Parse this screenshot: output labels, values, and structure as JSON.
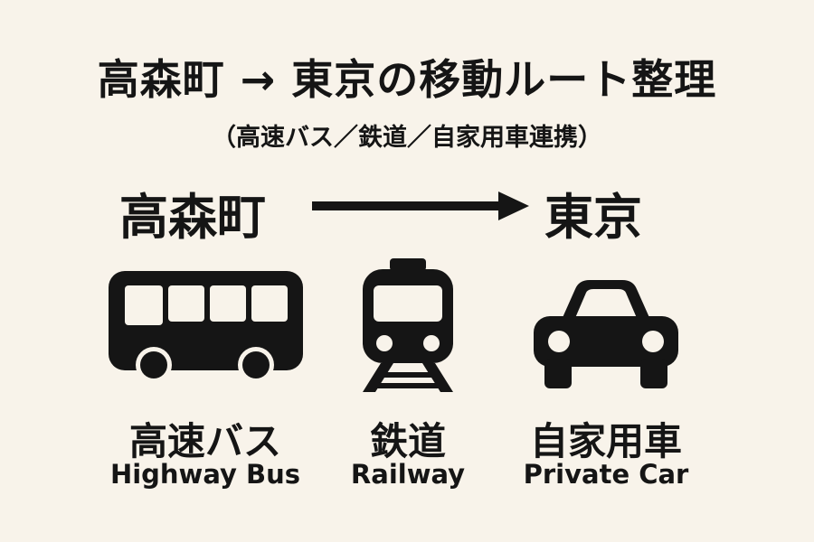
{
  "title": "高森町 → 東京の移動ルート整理",
  "subtitle": "（高速バス／鉄道／自家用車連携）",
  "route": {
    "origin": "高森町",
    "destination": "東京"
  },
  "modes": [
    {
      "icon": "bus-icon",
      "label_ja": "高速バス",
      "label_en": "Highway Bus"
    },
    {
      "icon": "train-icon",
      "label_ja": "鉄道",
      "label_en": "Railway"
    },
    {
      "icon": "car-icon",
      "label_ja": "自家用車",
      "label_en": "Private Car"
    }
  ],
  "colors": {
    "background": "#f8f3ea",
    "foreground": "#151515"
  }
}
